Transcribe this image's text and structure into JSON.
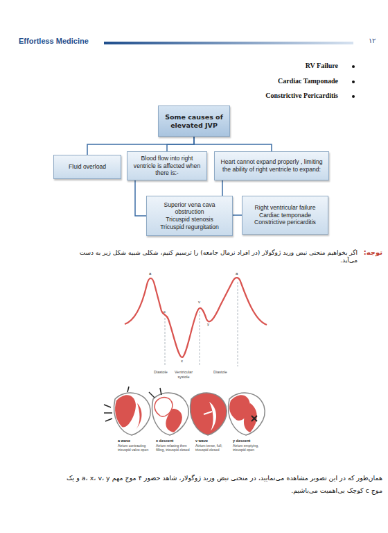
{
  "diagram": {
    "nodes": [
      {
        "text": [
          "Some causes of elevated JVP"
        ]
      },
      {
        "text": [
          "Fluid overload"
        ]
      },
      {
        "text": [
          "Blood flow into right ventricle is affected when there is:-"
        ]
      },
      {
        "text": [
          "Heart cannot expand properly , limiting the ability of right ventricle to expand:"
        ]
      },
      {
        "text": [
          "Superior vena cava obstruction",
          "Tricuspid stenosis",
          "Tricuspid regurgitation"
        ]
      },
      {
        "text": [
          "Right ventricular failure",
          "Cardiac temponade",
          "Constrictive pericarditis"
        ]
      }
    ],
    "edges": [
      {
        "from": 0,
        "to": 1,
        "arrow": "none"
      },
      {
        "from": 0,
        "to": 2,
        "arrow": "none"
      },
      {
        "from": 0,
        "to": 3,
        "arrow": "none"
      },
      {
        "from": 2,
        "to": 4,
        "arrow": "none"
      },
      {
        "from": 3,
        "to": 5,
        "arrow": "none"
      }
    ],
    "labels": [
      "Effortless Medicine",
      "۱۲",
      "RV Failure",
      "Cardiac Tamponade",
      "Constrictive Pericarditis",
      "توجه:",
      "اگر بخواهیم منحنی نبض ورید ژوگولار (در افراد نرمال جامعه) را ترسیم کنیم، شکلی شبیه شکل زیر به دست می‌آید.",
      "a",
      "c",
      "x",
      "v",
      "y",
      "a",
      "Diastole",
      "Ventricular systole",
      "Diastole",
      "a wave",
      "Atrium contracting tricuspid valve open",
      "x descent",
      "Atrium relaxing then filling, tricuspid closed",
      "v wave",
      "Atrium tense, full; tricuspid closed",
      "y descent",
      "Atrium emptying, tricuspid open",
      "همان‌طور که در این تصویر مشاهده می‌نمایید، در منحنی نبض ورید ژوگولار، شاهد حضور ۴ موج مهم a، x، v، y و یک موج c کوچک بی‌اهمیت می‌باشیم."
    ]
  }
}
